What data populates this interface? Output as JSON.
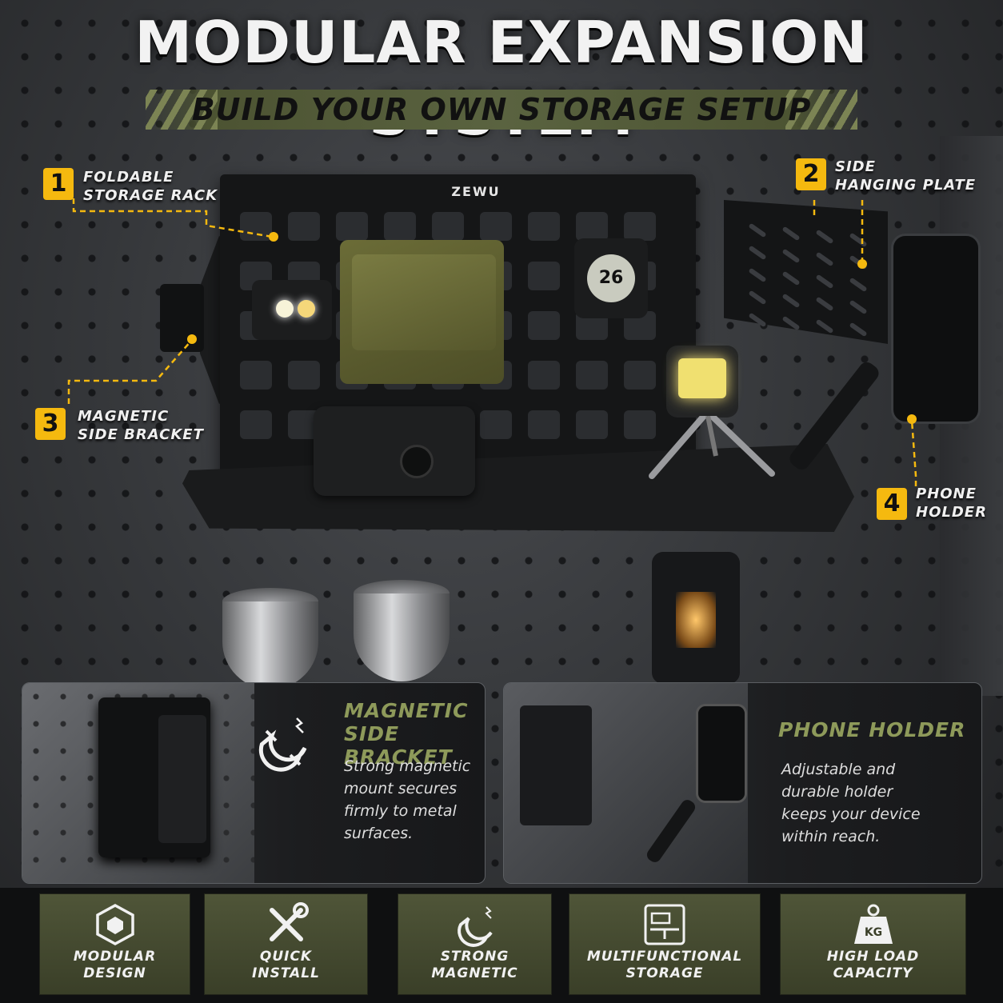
{
  "title": "MODULAR EXPANSION SYSTEM",
  "subtitle": "BUILD YOUR OWN STORAGE SETUP",
  "brand": "ZEWU",
  "gauge_reading": "26",
  "accent_color": "#f5b90f",
  "olive_color": "#8e9a5a",
  "callouts": [
    {
      "number": "1",
      "label": "FOLDABLE\nSTORAGE RACK"
    },
    {
      "number": "2",
      "label": "SIDE\nHANGING PLATE"
    },
    {
      "number": "3",
      "label": "MAGNETIC\nSIDE BRACKET"
    },
    {
      "number": "4",
      "label": "PHONE\nHOLDER"
    }
  ],
  "cards": [
    {
      "title": "MAGNETIC\nSIDE BRACKET",
      "description": "Strong magnetic\nmount secures\nfirmly to metal\nsurfaces.",
      "icon": "magnet-icon"
    },
    {
      "title": "PHONE HOLDER",
      "description": "Adjustable and\ndurable holder\nkeeps your device\nwithin reach."
    }
  ],
  "features": [
    {
      "label": "MODULAR\nDESIGN",
      "icon": "modular-cube-icon"
    },
    {
      "label": "QUICK\nINSTALL",
      "icon": "tools-icon"
    },
    {
      "label": "STRONG\nMAGNETIC",
      "icon": "magnet-icon"
    },
    {
      "label": "MULTIFUNCTIONAL\nSTORAGE",
      "icon": "storage-shelf-icon"
    },
    {
      "label": "HIGH LOAD\nCAPACITY",
      "icon": "weight-kg-icon",
      "icon_text": "KG"
    }
  ]
}
